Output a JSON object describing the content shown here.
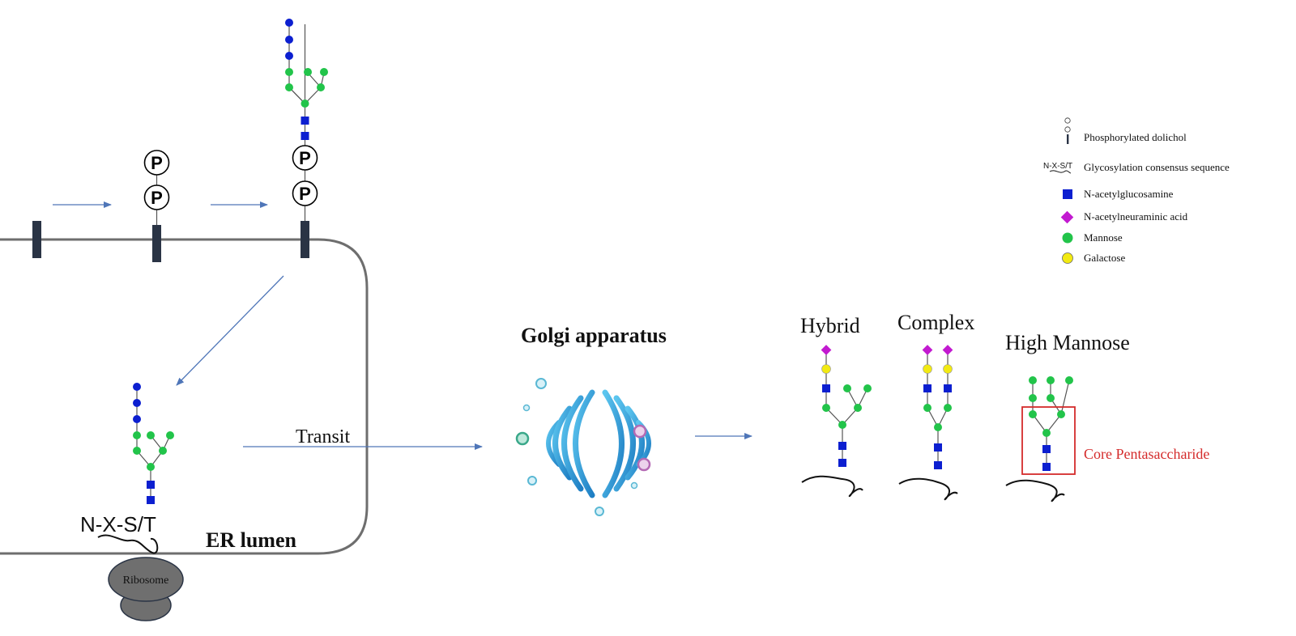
{
  "colors": {
    "glcnac": "#0c1fd0",
    "mannose": "#22c44a",
    "galactose": "#f2ea12",
    "neu5ac": "#c21ad0",
    "dolichol": "#2a3445",
    "arrow": "#4f76b8",
    "membrane": "#6e6e6e",
    "core_box": "#d42b2b",
    "golgi": "#3aa4dc",
    "ribosome": "#6f6f6f"
  },
  "labels": {
    "phosphate_symbol": "P",
    "consensus_sequence": "N-X-S/T",
    "ribosome": "Ribosome",
    "er_lumen": "ER lumen",
    "transit": "Transit",
    "golgi": "Golgi apparatus",
    "hybrid": "Hybrid",
    "complex": "Complex",
    "high_mannose": "High Mannose",
    "core": "Core Pentasaccharide"
  },
  "legend": [
    {
      "icon": "phosphorylated-dolichol-icon",
      "label": "Phosphorylated dolichol"
    },
    {
      "icon": "consensus-sequence-icon",
      "icon_text": "N-X-S/T",
      "label": "Glycosylation consensus sequence"
    },
    {
      "icon": "glcnac-square-icon",
      "label": "N-acetylglucosamine"
    },
    {
      "icon": "neu5ac-diamond-icon",
      "label": "N-acetylneuraminic acid"
    },
    {
      "icon": "mannose-circle-icon",
      "label": "Mannose"
    },
    {
      "icon": "galactose-circle-icon",
      "label": "Galactose"
    }
  ]
}
